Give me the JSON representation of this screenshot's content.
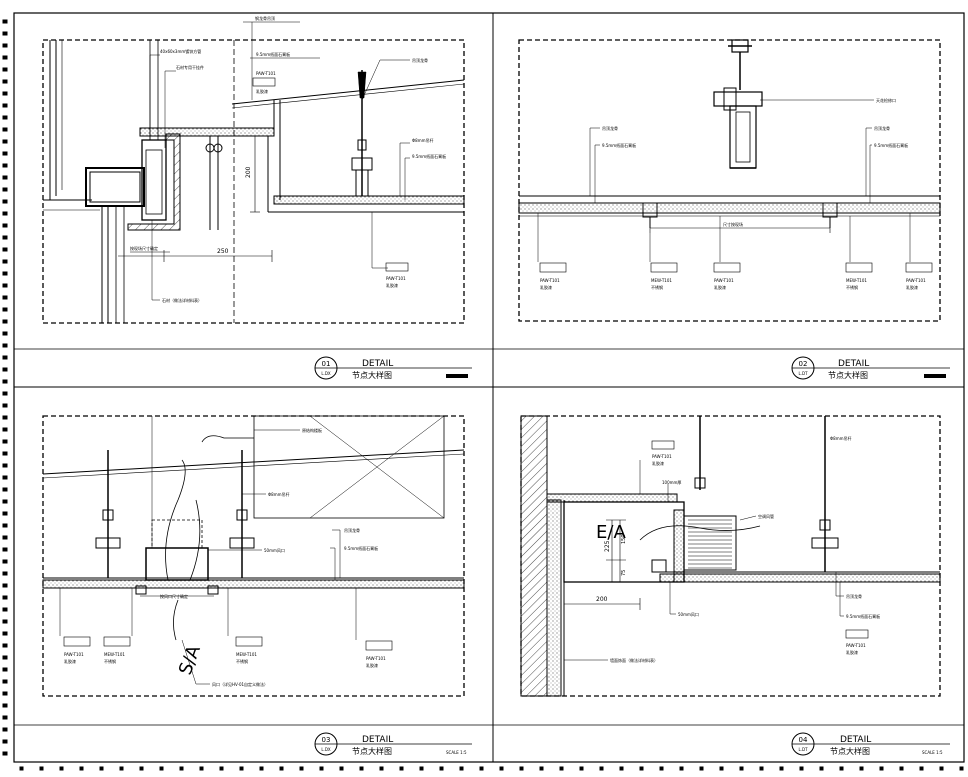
{
  "panels": [
    {
      "id": "p1",
      "num": "01",
      "sub": "L.DX",
      "title": "DETAIL",
      "subtitle": "节点大样图",
      "dims": [
        "200",
        "250"
      ],
      "callouts": [
        "钢龙骨吊顶",
        "40x60x3mm镀锌方管",
        "石材专用干挂件",
        "9.5mm纸面石膏板",
        "PAW-T101",
        "乳胶漆",
        "吊顶龙骨",
        "Φ8mm吊杆",
        "9.5mm纸面石膏板",
        "按现场尺寸确定",
        "石材（做法详材料表）",
        "PAW-T101",
        "乳胶漆"
      ]
    },
    {
      "id": "p2",
      "num": "02",
      "sub": "L.DT",
      "title": "DETAIL",
      "subtitle": "节点大样图",
      "callouts": [
        "天花检修口",
        "吊顶龙骨",
        "9.5mm纸面石膏板",
        "吊顶龙骨",
        "9.5mm纸面石膏板",
        "尺寸按现场",
        "PAW-T101",
        "乳胶漆",
        "MEW-T101",
        "不锈钢",
        "PAW-T101",
        "乳胶漆",
        "MEW-T101",
        "不锈钢",
        "PAW-T101",
        "乳胶漆"
      ]
    },
    {
      "id": "p3",
      "num": "03",
      "sub": "L.DX",
      "title": "DETAIL",
      "subtitle": "节点大样图",
      "scale": "SCALE 1:5",
      "callouts": [
        "原结构楼板",
        "Φ8mm吊杆",
        "吊顶龙骨",
        "9.5mm纸面石膏板",
        "50mm风口",
        "按风口尺寸确定",
        "PAW-T101",
        "乳胶漆",
        "MEW-T101",
        "不锈钢",
        "MEW-T101",
        "不锈钢",
        "PAW-T101",
        "乳胶漆",
        "风口（详见HV-01自定义做法）"
      ],
      "airflow": "S/A"
    },
    {
      "id": "p4",
      "num": "04",
      "sub": "L.DT",
      "title": "DETAIL",
      "subtitle": "节点大样图",
      "scale": "SCALE 1:5",
      "dims": [
        "200",
        "225",
        "150",
        "75"
      ],
      "callouts": [
        "Φ8mm吊杆",
        "PAW-T101",
        "乳胶漆",
        "100mm厚",
        "空调风管",
        "50mm风口",
        "吊顶龙骨",
        "9.5mm纸面石膏板",
        "PAW-T101",
        "乳胶漆",
        "墙面饰面（做法详材料表）"
      ],
      "airflow": "E/A"
    }
  ]
}
